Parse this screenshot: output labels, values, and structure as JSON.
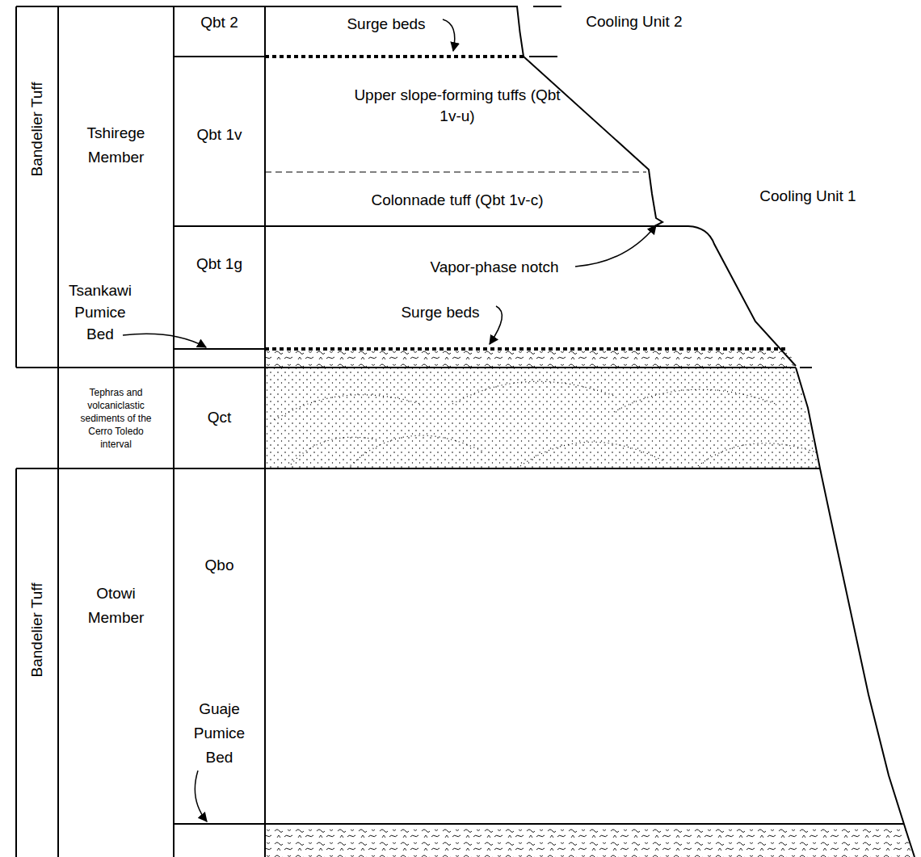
{
  "diagram": {
    "nodes": [
      {
        "text": [
          "Bandelier Tuff"
        ]
      },
      {
        "text": [
          "Tshirege Member",
          "Tsankawi Pumice Bed"
        ]
      },
      {
        "text": [
          "Qbt 2"
        ]
      },
      {
        "text": [
          "Qbt 1v"
        ]
      },
      {
        "text": [
          "Qbt 1g"
        ]
      },
      {
        "text": [
          "Tephras and volcaniclastic sediments of the Cerro Toledo interval"
        ]
      },
      {
        "text": [
          "Qct"
        ]
      },
      {
        "text": [
          "Bandelier Tuff"
        ]
      },
      {
        "text": [
          "Otowi Member"
        ]
      },
      {
        "text": [
          "Qbo",
          "Guaje Pumice Bed"
        ]
      }
    ],
    "labels": [
      "Surge beds",
      "Cooling Unit 2",
      "Upper slope-forming tuffs (Qbt 1v-u)",
      "Colonnade tuff (Qbt 1v-c)",
      "Cooling Unit 1",
      "Vapor-phase notch",
      "Surge beds"
    ]
  }
}
